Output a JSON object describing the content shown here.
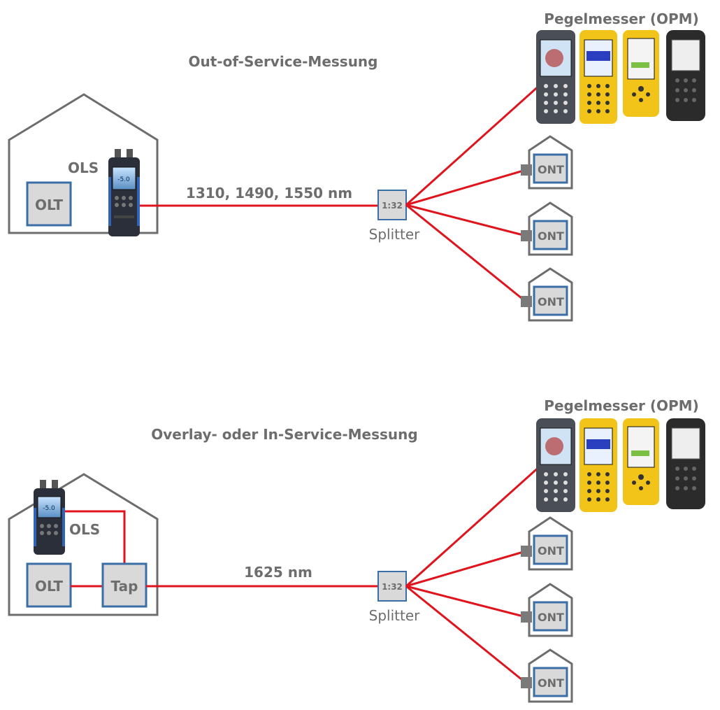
{
  "sections": [
    {
      "title": "Out-of-Service-Messung",
      "source_label": "OLS",
      "wavelength": "1310, 1490, 1550 nm",
      "olt_label": "OLT",
      "splitter_ratio": "1:32",
      "splitter_label": "Splitter",
      "meter_title": "Pegelmesser (OPM)",
      "ont_labels": [
        "ONT",
        "ONT",
        "ONT"
      ],
      "ols_display": "-5.0"
    },
    {
      "title": "Overlay- oder In-Service-Messung",
      "source_label": "OLS",
      "wavelength": "1625 nm",
      "olt_label": "OLT",
      "tap_label": "Tap",
      "splitter_ratio": "1:32",
      "splitter_label": "Splitter",
      "meter_title": "Pegelmesser (OPM)",
      "ont_labels": [
        "ONT",
        "ONT",
        "ONT"
      ],
      "ols_display": "-5.0"
    }
  ],
  "colors": {
    "fiber": "#e0141c",
    "house_outline": "#6d6d6d",
    "box_fill": "#d9d9d9",
    "box_border": "#3b6ea5",
    "label_text": "#6d6d6d",
    "device_yellow": "#f2c318",
    "device_dark": "#2b2b2b"
  }
}
